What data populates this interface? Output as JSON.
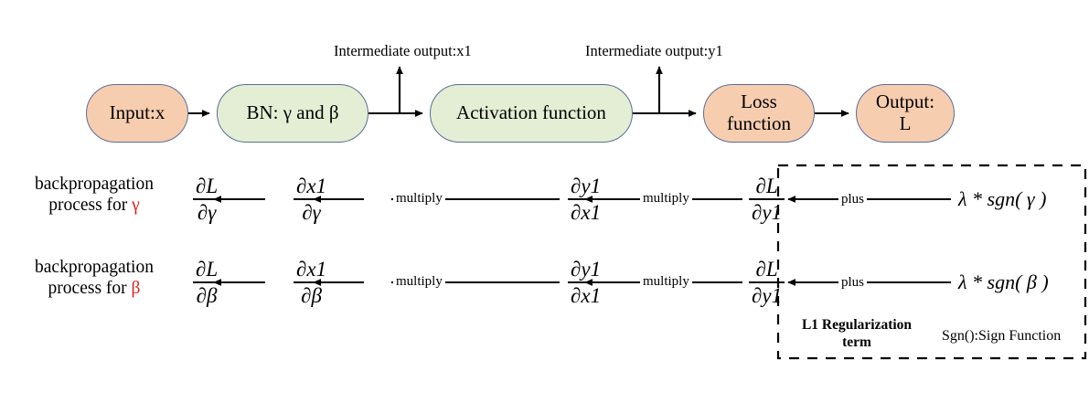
{
  "diagram": {
    "title": "Backpropagation with L1 regularization on BN parameters",
    "colors": {
      "node_orange_fill": "#f7cdaf",
      "node_green_fill": "#e3eed4",
      "node_border": "#5b6e96",
      "highlight_red": "#e02020",
      "line": "#000000",
      "background": "#ffffff"
    }
  },
  "flow": {
    "nodes": [
      {
        "id": "input",
        "label": "Input:x",
        "fill": "orange"
      },
      {
        "id": "bn",
        "label": "BN: γ and β",
        "fill": "green"
      },
      {
        "id": "act",
        "label": "Activation function",
        "fill": "green"
      },
      {
        "id": "loss",
        "label": "Loss\nfunction",
        "fill": "orange"
      },
      {
        "id": "output",
        "label": "Output:\nL",
        "fill": "orange"
      }
    ],
    "loss_line1": "Loss",
    "loss_line2": "function",
    "output_line1": "Output:",
    "output_line2": "L",
    "branch_labels": [
      {
        "id": "x1",
        "text": "Intermediate output:x1"
      },
      {
        "id": "y1",
        "text": "Intermediate output:y1"
      }
    ]
  },
  "backprop": {
    "gamma_row": {
      "caption_line1": "backpropagation",
      "caption_line2_prefix": "process for ",
      "caption_symbol": "γ",
      "terms": [
        {
          "num": "∂L",
          "den": "∂γ"
        },
        {
          "num": "∂x1",
          "den": "∂γ"
        },
        {
          "num": "∂y1",
          "den": "∂x1"
        },
        {
          "num": "∂L",
          "den": "∂y1"
        }
      ],
      "edge_labels": [
        "multiply",
        "multiply",
        "plus"
      ],
      "reg_term": "λ * sgn( γ )"
    },
    "beta_row": {
      "caption_line1": "backpropagation",
      "caption_line2_prefix": "process for ",
      "caption_symbol": "β",
      "terms": [
        {
          "num": "∂L",
          "den": "∂β"
        },
        {
          "num": "∂x1",
          "den": "∂β"
        },
        {
          "num": "∂y1",
          "den": "∂x1"
        },
        {
          "num": "∂L",
          "den": "∂y1"
        }
      ],
      "edge_labels": [
        "multiply",
        "multiply",
        "plus"
      ],
      "reg_term": "λ * sgn( β )"
    }
  },
  "regularization_box": {
    "title_line1": "L1 Regularization",
    "title_line2": "term",
    "note": "Sgn():Sign Function"
  }
}
